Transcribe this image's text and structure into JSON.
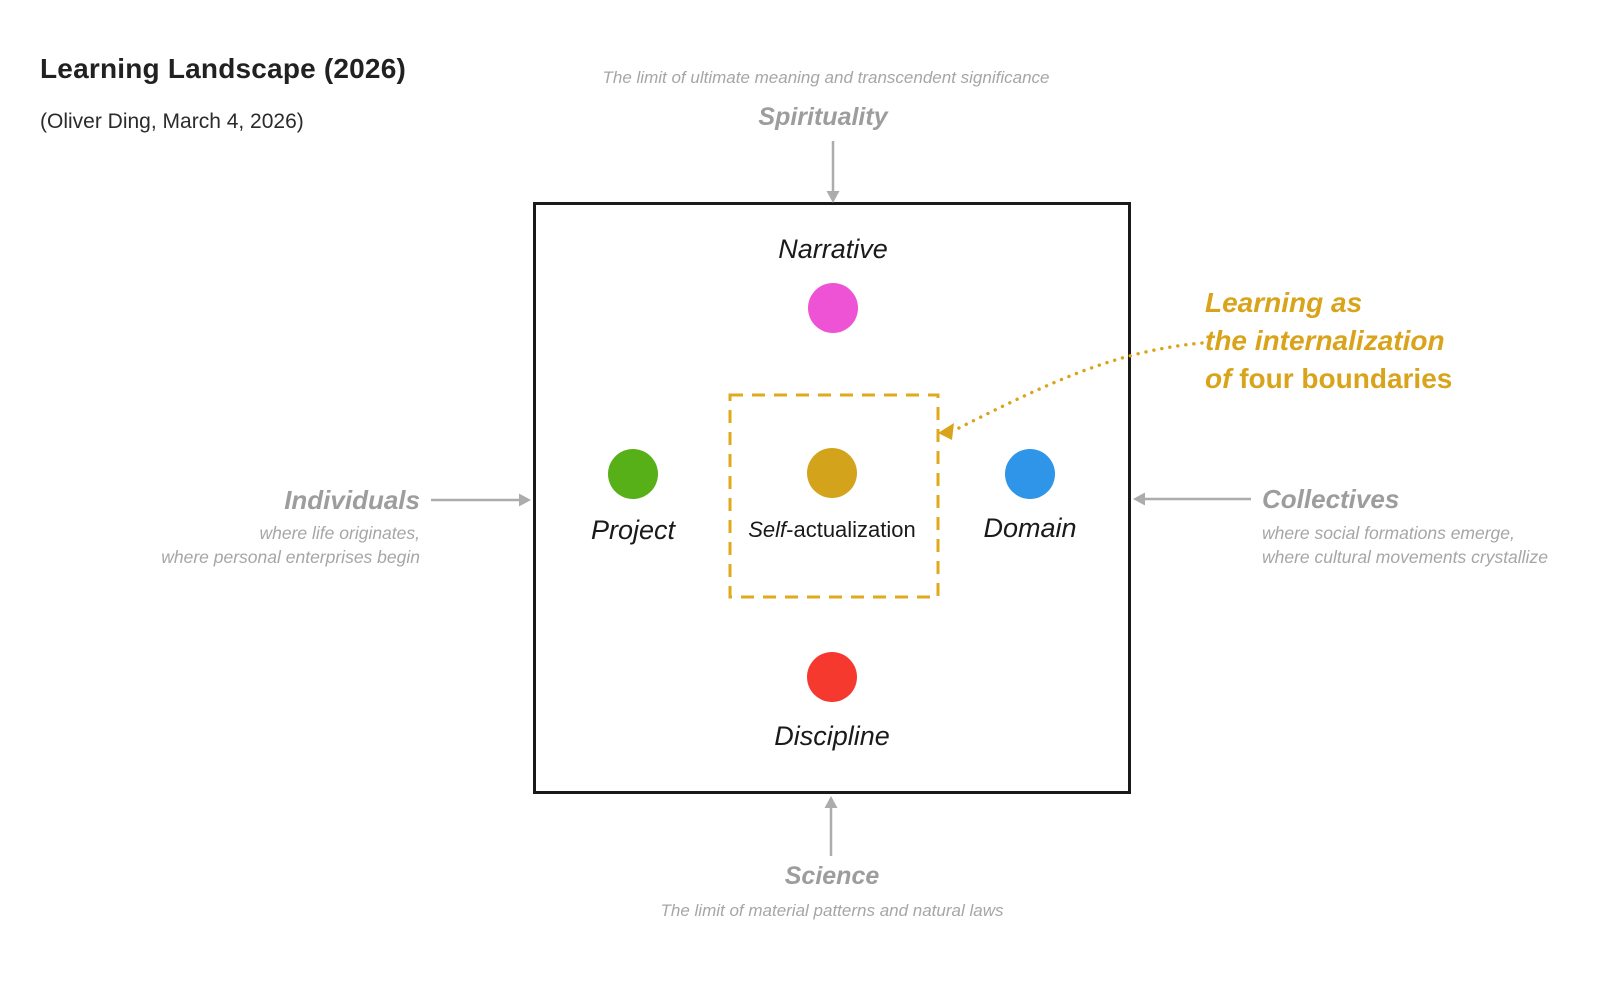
{
  "header": {
    "title": "Learning Landscape (2026)",
    "byline": "(Oliver Ding, March 4, 2026)"
  },
  "boundaries": {
    "spirituality": {
      "label": "Spirituality",
      "description": "The limit of ultimate meaning and transcendent significance"
    },
    "science": {
      "label": "Science",
      "description": "The limit of material patterns and natural laws"
    },
    "individuals": {
      "label": "Individuals",
      "line1": "where life originates,",
      "line2": "where personal enterprises begin"
    },
    "collectives": {
      "label": "Collectives",
      "line1": "where social formations emerge,",
      "line2": "where cultural movements crystallize"
    }
  },
  "nodes": {
    "narrative": {
      "label": "Narrative",
      "color": "#ee52d5"
    },
    "project": {
      "label": "Project",
      "color": "#57b017"
    },
    "self_actualization": {
      "label_italic": "Self",
      "label_regular": "-actualization",
      "color": "#d4a31c"
    },
    "domain": {
      "label": "Domain",
      "color": "#2e95e8"
    },
    "discipline": {
      "label": "Discipline",
      "color": "#f5392f"
    }
  },
  "annotation": {
    "line1": "Learning as",
    "line2": "the internalization",
    "line3_italic": "of ",
    "line3_regular": "four boundaries",
    "color": "#d9a41b"
  },
  "colors": {
    "box_border": "#1a1a1a",
    "dashed_border": "#e0a91e",
    "arrow_gray": "#acacac",
    "label_gray": "#9d9d9d",
    "text_gray": "#a6a6a6",
    "gold": "#d9a41b"
  }
}
